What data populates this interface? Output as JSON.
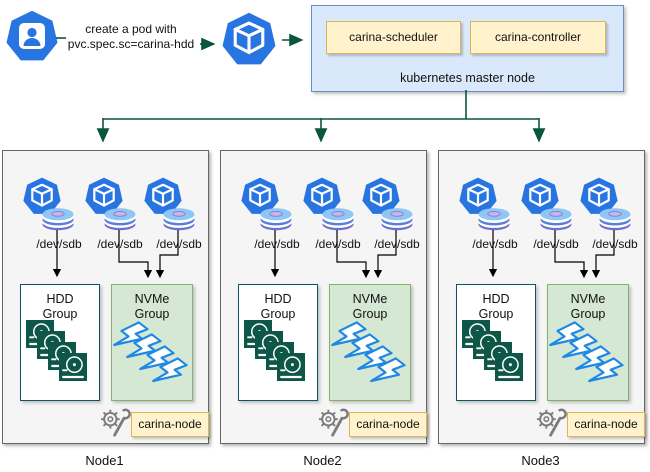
{
  "flow": {
    "request_line1": "create a pod with",
    "request_line2": "pvc.spec.sc=carina-hdd"
  },
  "master": {
    "scheduler": "carina-scheduler",
    "controller": "carina-controller",
    "title": "kubernetes master node"
  },
  "nodes": [
    {
      "name": "Node1",
      "devices": [
        "/dev/sdb",
        "/dev/sdb",
        "/dev/sdb"
      ],
      "hdd_group": "HDD\nGroup",
      "nvme_group": "NVMe\nGroup",
      "agent": "carina-node"
    },
    {
      "name": "Node2",
      "devices": [
        "/dev/sdb",
        "/dev/sdb",
        "/dev/sdb"
      ],
      "hdd_group": "HDD\nGroup",
      "nvme_group": "NVMe\nGroup",
      "agent": "carina-node"
    },
    {
      "name": "Node3",
      "devices": [
        "/dev/sdb",
        "/dev/sdb",
        "/dev/sdb"
      ],
      "hdd_group": "HDD\nGroup",
      "nvme_group": "NVMe\nGroup",
      "agent": "carina-node"
    }
  ],
  "icons": {
    "user": "user-icon",
    "pod": "kubernetes-pod-icon",
    "disk_stack": "disk-stack-icon",
    "hdd_disk": "hdd-disk-icon",
    "nvme_bolt": "lightning-bolt-icon",
    "gear_wrench": "gear-wrench-icon"
  },
  "colors": {
    "icon_blue": "#2875e2",
    "flow_line_green": "#0a5540",
    "node_arrow_black": "#000000",
    "master_fill": "#dae8fc",
    "master_border": "#6c8ebf",
    "component_fill": "#fff2cc",
    "component_border": "#d6b656",
    "node_fill": "#f5f5f5",
    "node_border": "#666666",
    "hdd_box_border": "#0d5560",
    "hdd_disk_green": "#0e5647",
    "nvme_fill": "#d5e8d4",
    "nvme_border": "#82b366",
    "bolt_blue": "#1e88e5"
  }
}
